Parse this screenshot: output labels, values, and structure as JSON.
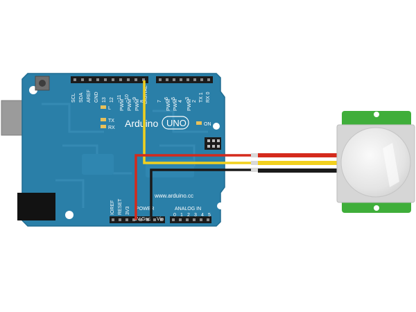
{
  "board": {
    "brand": "Arduino",
    "model": "UNO",
    "url": "www.arduino.cc",
    "on_label": "ON",
    "digital_label": "DIGITAL",
    "power_label": "POWER",
    "analog_label": "ANALOG IN",
    "led_l": "L",
    "led_tx": "TX",
    "led_rx": "RX",
    "top_labels": [
      "SCL",
      "SDA",
      "AREF",
      "GND",
      "13",
      "12",
      "~11",
      "~10",
      "~9",
      "8",
      "7",
      "~6",
      "~5",
      "4",
      "~3",
      "2",
      "TX 1",
      "RX 0"
    ],
    "pwm_label": "PWM",
    "power_pins": [
      "IOREF",
      "RESET",
      "3V3",
      "5V",
      "Gnd",
      "Gnd",
      "Vin"
    ],
    "analog_pins": [
      "0",
      "1",
      "2",
      "3",
      "4",
      "5"
    ]
  },
  "wires": {
    "red": "#d42a1c",
    "yellow": "#f2d01e",
    "black": "#1a1a1a"
  },
  "colors": {
    "board": "#2a7fa8",
    "board_dark": "#1f6c91",
    "sensor_pcb": "#3fae3a",
    "sensor_dome": "#e4e4e4",
    "usb": "#9b9b9b",
    "jack": "#121212"
  }
}
